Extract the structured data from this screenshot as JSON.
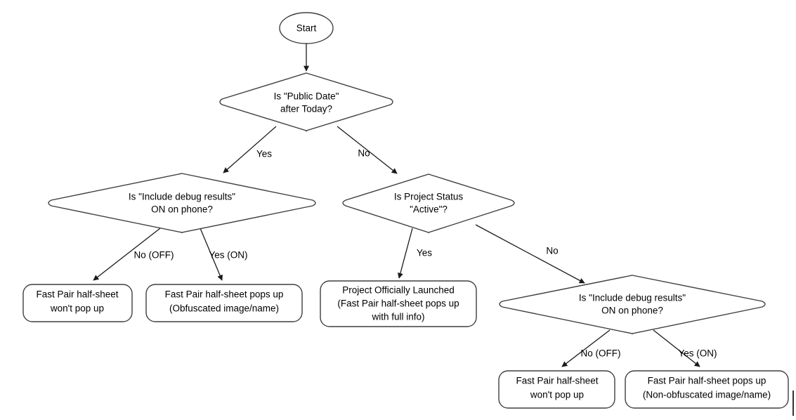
{
  "diagram": {
    "title": "Fast Pair half-sheet visibility decision flow",
    "type": "flowchart",
    "background_color": "#ffffff",
    "node_stroke_color": "#3f3f3f",
    "edge_color": "#1a1a1a",
    "text_color": "#000000"
  },
  "nodes": {
    "start": {
      "shape": "ellipse",
      "label": "Start"
    },
    "d_public_date": {
      "shape": "diamond",
      "line1": "Is \"Public Date\"",
      "line2": "after Today?"
    },
    "d_debug_left": {
      "shape": "diamond",
      "line1": "Is \"Include debug results\"",
      "line2": "ON on phone?"
    },
    "d_project_status": {
      "shape": "diamond",
      "line1": "Is Project Status",
      "line2": "\"Active\"?"
    },
    "d_debug_right": {
      "shape": "diamond",
      "line1": "Is \"Include debug results\"",
      "line2": "ON on phone?"
    },
    "r_left_off": {
      "shape": "rounded-rect",
      "line1": "Fast Pair half-sheet",
      "line2": "won't pop up"
    },
    "r_left_on": {
      "shape": "rounded-rect",
      "line1": "Fast Pair half-sheet pops up",
      "line2": "(Obfuscated image/name)"
    },
    "r_launched": {
      "shape": "rounded-rect",
      "line1": "Project Officially Launched",
      "line2": "(Fast Pair half-sheet pops up",
      "line3": "with full info)"
    },
    "r_right_off": {
      "shape": "rounded-rect",
      "line1": "Fast Pair half-sheet",
      "line2": "won't pop up"
    },
    "r_right_on": {
      "shape": "rounded-rect",
      "line1": "Fast Pair half-sheet pops up",
      "line2": "(Non-obfuscated image/name)"
    }
  },
  "edges": {
    "start_to_public_date": {
      "label": ""
    },
    "public_date_yes": {
      "label": "Yes"
    },
    "public_date_no": {
      "label": "No"
    },
    "debug_left_off": {
      "label": "No (OFF)"
    },
    "debug_left_on": {
      "label": "Yes (ON)"
    },
    "project_status_yes": {
      "label": "Yes"
    },
    "project_status_no": {
      "label": "No"
    },
    "debug_right_off": {
      "label": "No (OFF)"
    },
    "debug_right_on": {
      "label": "Yes (ON)"
    }
  }
}
